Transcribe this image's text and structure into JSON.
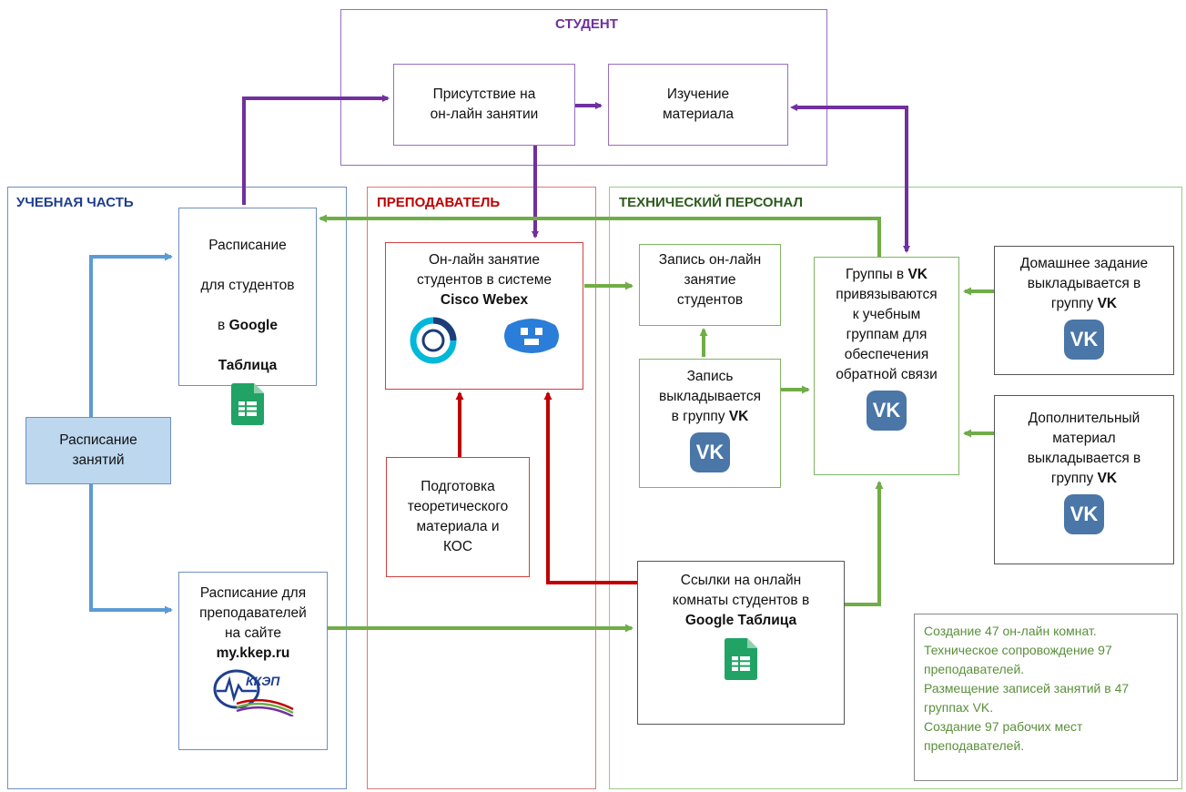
{
  "regions": {
    "student": {
      "title": "СТУДЕНТ",
      "color": "#7030a0"
    },
    "academic": {
      "title": "УЧЕБНАЯ ЧАСТЬ",
      "color": "#1f3f8f"
    },
    "teacher": {
      "title": "ПРЕПОДАВАТЕЛЬ",
      "color": "#c00000"
    },
    "tech": {
      "title": "ТЕХНИЧЕСКИЙ ПЕРСОНАЛ",
      "color": "#2e5a1e"
    }
  },
  "colors": {
    "purple": "#7030a0",
    "green": "#70ad47",
    "blue": "#5b9bd5",
    "red": "#c00000",
    "vk": "#4a76a8",
    "sheets": "#21a366",
    "schedule_fill": "#bdd7ee"
  },
  "nodes": {
    "attendance": "Присутствие на\nон-лайн занятии",
    "study": "Изучение\nматериала",
    "schedule_students": {
      "lines": [
        "Расписание",
        "для студентов",
        "в "
      ],
      "bold1": "Google",
      "bold2": "Таблица"
    },
    "schedule": "Расписание\nзанятий",
    "schedule_teachers": {
      "lines": "Расписание для\nпреподавателей\nна сайте",
      "bold": "my.kkep.ru"
    },
    "online_lesson": {
      "lines": "Он-лайн занятие\nстудентов в системе",
      "bold": "Cisco Webex"
    },
    "prep": "Подготовка\nтеоретического\nматериала и\nКОС",
    "record_lesson": "Запись он-лайн\nзанятие\nстудентов",
    "record_vk": {
      "lines": "Запись\nвыкладывается\nв группу ",
      "bold": "VK"
    },
    "links": {
      "lines": "Ссылки на онлайн\nкомнаты студентов в",
      "bold": "Google Таблица"
    },
    "vk_groups": {
      "pre": "Группы в ",
      "bold": "VK",
      "post": "\nпривязываются\nк учебным\nгруппам для\nобеспечения\nобратной связи"
    },
    "homework": {
      "lines": "Домашнее задание\nвыкладывается в\nгруппу ",
      "bold": "VK"
    },
    "extra": {
      "lines": "Дополнительный\nматериал\nвыкладывается в\nгруппу ",
      "bold": "VK"
    }
  },
  "icons": {
    "vk": "vk-logo-icon",
    "sheets": "google-sheets-icon",
    "webex": "cisco-webex-icon",
    "meet": "webex-meetings-icon",
    "kkep": "kkep-logo-icon",
    "kkep_text": "ККЭП"
  },
  "note": [
    "Создание 47 он-лайн комнат.",
    "Техническое сопровождение 97",
    "преподавателей.",
    "Размещение записей занятий в 47",
    "группах VK.",
    "Создание 97 рабочих мест",
    "преподавателей."
  ]
}
